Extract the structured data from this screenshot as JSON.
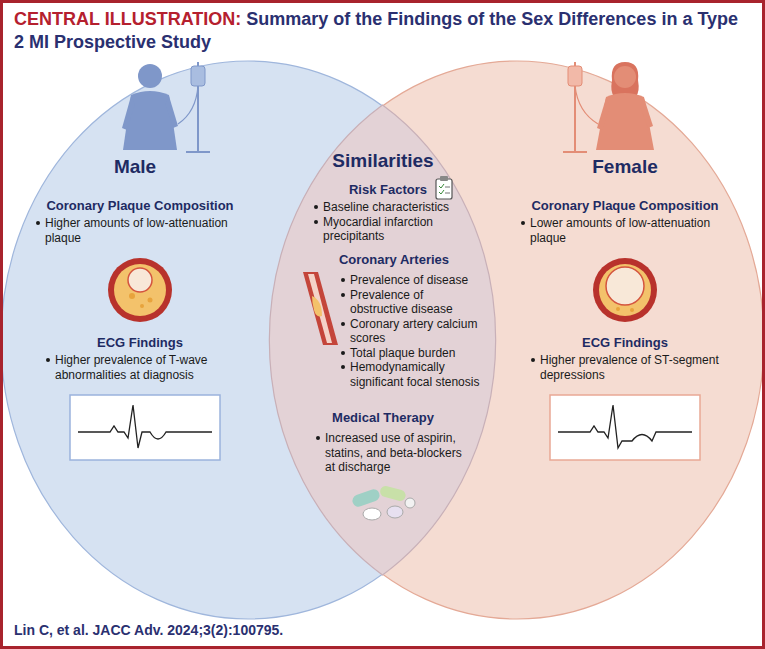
{
  "diagram": {
    "title": "Summary of the Findings of the Sex Differences in a Type 2 MI Prospective Study",
    "caption": "Lin C, et al. JACC Adv. 2024;3(2):100795.",
    "nodes": [
      {
        "text": [
          "Male",
          "Coronary Plaque Composition",
          "Higher amounts of low-attenuation plaque",
          "ECG Findings",
          "Higher prevalence of T-wave abnormalities at diagnosis"
        ]
      },
      {
        "text": [
          "Similarities",
          "Risk Factors",
          "Baseline characteristics",
          "Myocardial infarction precipitants",
          "Coronary Arteries",
          "Prevalence of disease",
          "Prevalence of obstructive disease",
          "Coronary artery calcium scores",
          "Total plaque burden",
          "Hemodynamically significant focal stenosis",
          "Medical Therapy",
          "Increased use of aspirin, statins, and beta-blockers at discharge"
        ]
      },
      {
        "text": [
          "Female",
          "Coronary Plaque Composition",
          "Lower amounts of low-attenuation plaque",
          "ECG Findings",
          "Higher prevalence of ST-segment depressions"
        ]
      }
    ],
    "labels": [
      "CENTRAL ILLUSTRATION:"
    ]
  }
}
